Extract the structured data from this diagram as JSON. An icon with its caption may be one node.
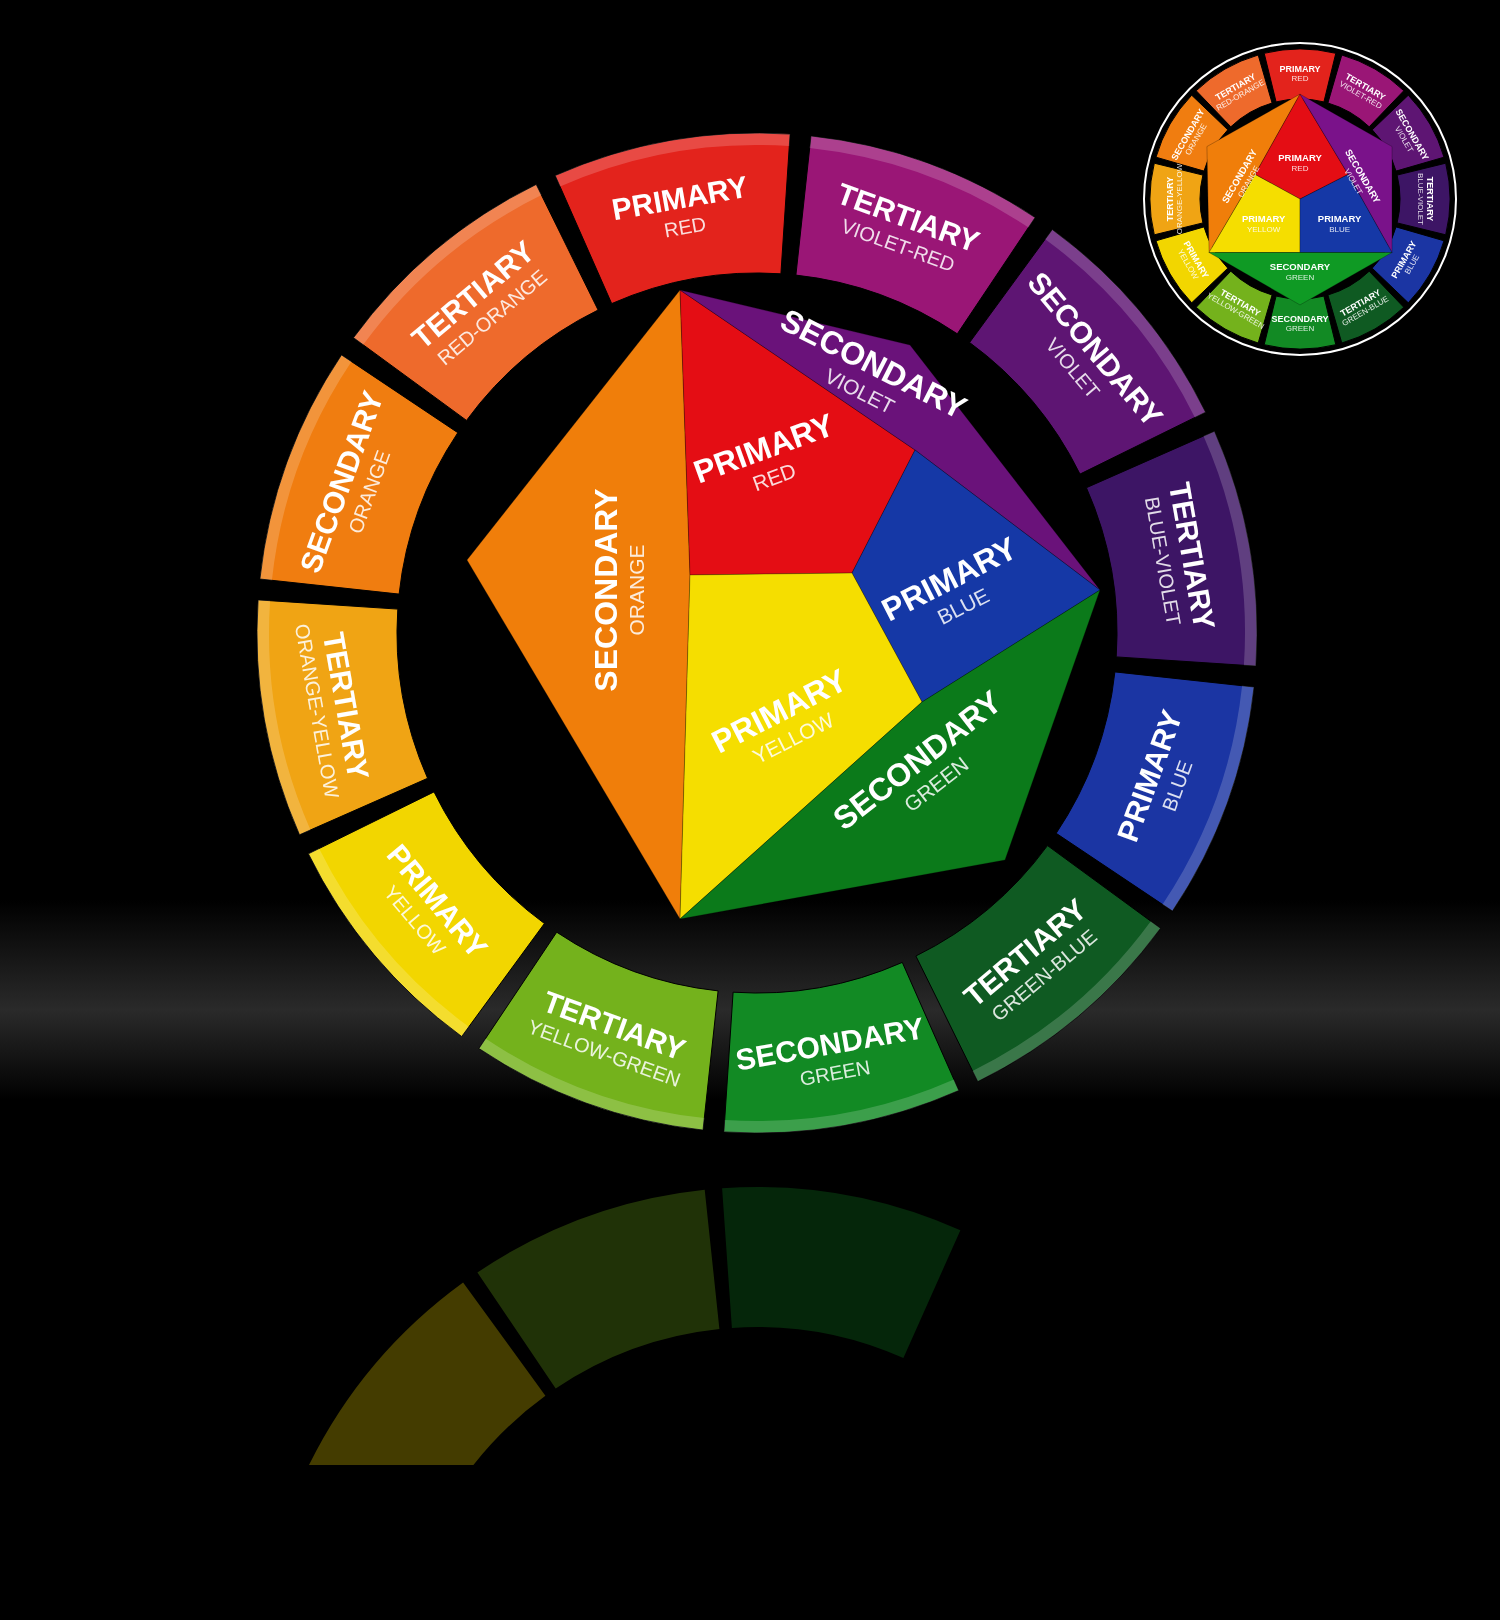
{
  "diagram": {
    "nodes": [
      {
        "text": [
          "PRIMARY",
          "RED"
        ]
      },
      {
        "text": [
          "TERTIARY",
          "VIOLET-RED"
        ]
      },
      {
        "text": [
          "SECONDARY",
          "VIOLET"
        ]
      },
      {
        "text": [
          "TERTIARY",
          "BLUE-VIOLET"
        ]
      },
      {
        "text": [
          "PRIMARY",
          "BLUE"
        ]
      },
      {
        "text": [
          "TERTIARY",
          "GREEN-BLUE"
        ]
      },
      {
        "text": [
          "SECONDARY",
          "GREEN"
        ]
      },
      {
        "text": [
          "TERTIARY",
          "YELLOW-GREEN"
        ]
      },
      {
        "text": [
          "PRIMARY",
          "YELLOW"
        ]
      },
      {
        "text": [
          "TERTIARY",
          "ORANGE-YELLOW"
        ]
      },
      {
        "text": [
          "SECONDARY",
          "ORANGE"
        ]
      },
      {
        "text": [
          "TERTIARY",
          "RED-ORANGE"
        ]
      },
      {
        "text": [
          "SECONDARY",
          "ORANGE"
        ]
      },
      {
        "text": [
          "PRIMARY",
          "RED"
        ]
      },
      {
        "text": [
          "SECONDARY",
          "VIOLET"
        ]
      },
      {
        "text": [
          "PRIMARY",
          "BLUE"
        ]
      },
      {
        "text": [
          "PRIMARY",
          "YELLOW"
        ]
      },
      {
        "text": [
          "SECONDARY",
          "GREEN"
        ]
      },
      {
        "text": [
          "PRIMARY",
          "RED"
        ]
      },
      {
        "text": [
          "TERTIARY",
          "VIOLET-RED"
        ]
      },
      {
        "text": [
          "SECONDARY",
          "VIOLET"
        ]
      },
      {
        "text": [
          "TERTIARY",
          "BLUE-VIOLET"
        ]
      },
      {
        "text": [
          "PRIMARY",
          "BLUE"
        ]
      },
      {
        "text": [
          "TERTIARY",
          "GREEN-BLUE"
        ]
      },
      {
        "text": [
          "SECONDARY",
          "GREEN"
        ]
      },
      {
        "text": [
          "TERTIARY",
          "YELLOW-GREEN"
        ]
      },
      {
        "text": [
          "PRIMARY",
          "YELLOW"
        ]
      },
      {
        "text": [
          "TERTIARY",
          "ORANGE-YELLOW"
        ]
      },
      {
        "text": [
          "SECONDARY",
          "ORANGE"
        ]
      },
      {
        "text": [
          "TERTIARY",
          "RED-ORANGE"
        ]
      },
      {
        "text": [
          "SECONDARY",
          "ORANGE"
        ]
      },
      {
        "text": [
          "PRIMARY",
          "RED"
        ]
      },
      {
        "text": [
          "SECONDARY",
          "VIOLET"
        ]
      },
      {
        "text": [
          "PRIMARY",
          "YELLOW"
        ]
      },
      {
        "text": [
          "PRIMARY",
          "BLUE"
        ]
      },
      {
        "text": [
          "SECONDARY",
          "GREEN"
        ]
      }
    ]
  }
}
